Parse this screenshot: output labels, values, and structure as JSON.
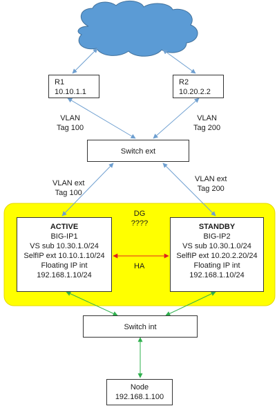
{
  "colors": {
    "cloud_fill": "#5b9bd5",
    "cloud_stroke": "#41719c",
    "blue_link": "#6e9fd0",
    "green_link": "#2eb04d",
    "red_link": "#e0201e",
    "ha_zone": "#ffff00"
  },
  "icons": {
    "cloud": "cloud-icon"
  },
  "r1": {
    "name": "R1",
    "ip": "10.10.1.1"
  },
  "r2": {
    "name": "R2",
    "ip": "10.20.2.2"
  },
  "vlan_r1": {
    "line1": "VLAN",
    "line2": "Tag 100"
  },
  "vlan_r2": {
    "line1": "VLAN",
    "line2": "Tag 200"
  },
  "switch_ext": {
    "label": "Switch ext"
  },
  "vlan_ext_left": {
    "line1": "VLAN ext",
    "line2": "Tag 100"
  },
  "vlan_ext_right": {
    "line1": "VLAN ext",
    "line2": "Tag 200"
  },
  "dg": {
    "line1": "DG",
    "line2": "????"
  },
  "active": {
    "title": "ACTIVE",
    "name": "BIG-IP1",
    "vs": "VS sub 10.30.1.0/24",
    "selfip": "SelfIP ext 10.10.1.10/24",
    "floating": "Floating IP int",
    "floating_ip": "192.168.1.10/24"
  },
  "standby": {
    "title": "STANDBY",
    "name": "BIG-IP2",
    "vs": "VS sub 10.30.1.0/24",
    "selfip": "SelfIP ext 10.20.2.20/24",
    "floating": "Floating IP int",
    "floating_ip": "192.168.1.10/24"
  },
  "ha": {
    "label": "HA"
  },
  "switch_int": {
    "label": "Switch int"
  },
  "node": {
    "name": "Node",
    "ip": "192.168.1.100"
  }
}
